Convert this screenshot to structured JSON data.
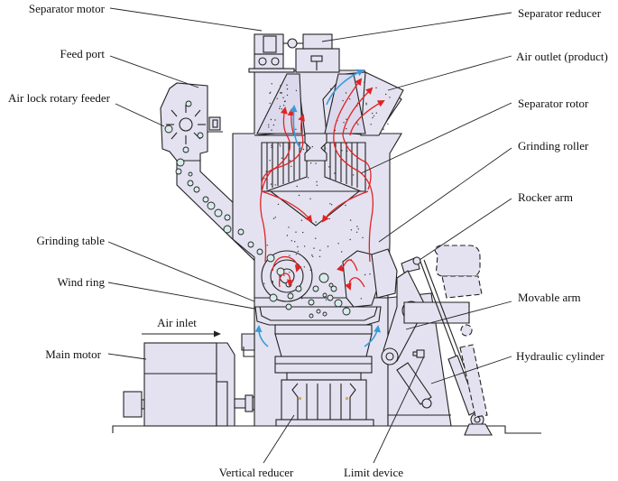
{
  "figure": {
    "title": "Vertical roller mill structure",
    "colors": {
      "machine_fill": "#e4e2f0",
      "material_ball_fill": "#d6ece9",
      "product_flow_arrow": "#e02424",
      "air_flow_arrow": "#3a9ad9",
      "outline": "#222222"
    }
  },
  "labels": {
    "separator_motor": "Separator motor",
    "feed_port": "Feed port",
    "air_lock_rotary_feeder": "Air lock rotary feeder",
    "grinding_table": "Grinding table",
    "wind_ring": "Wind ring",
    "air_inlet": "Air inlet",
    "main_motor": "Main motor",
    "vertical_reducer": "Vertical reducer",
    "limit_device": "Limit device",
    "separator_reducer": "Separator reducer",
    "air_outlet": "Air outlet (product)",
    "separator_rotor": "Separator rotor",
    "grinding_roller": "Grinding roller",
    "rocker_arm": "Rocker arm",
    "movable_arm": "Movable arm",
    "hydraulic_cylinder": "Hydraulic cylinder"
  }
}
